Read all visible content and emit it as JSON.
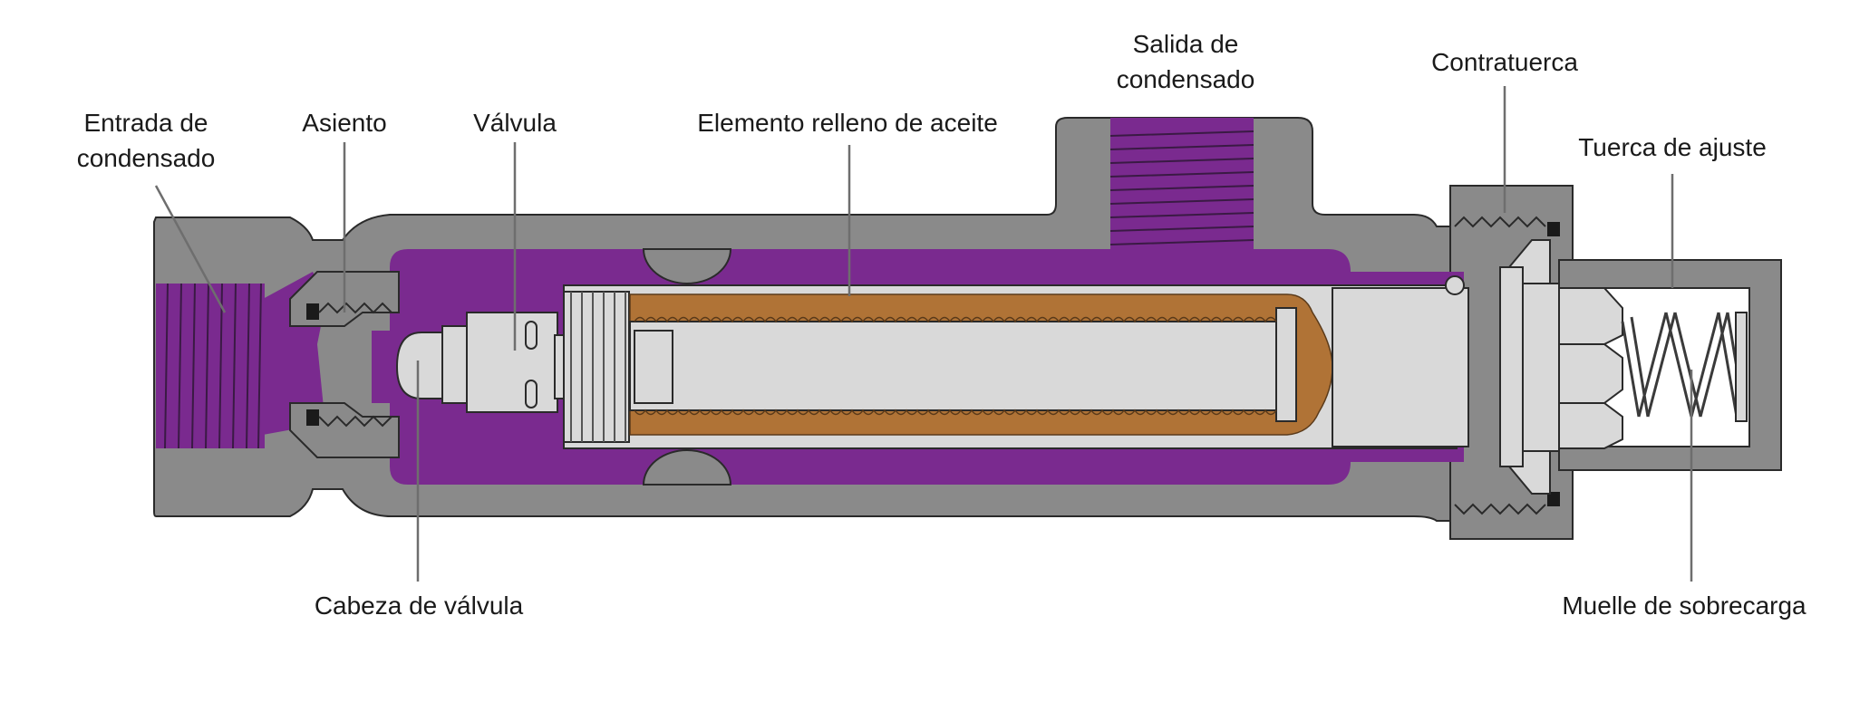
{
  "labels": {
    "entrada": [
      "Entrada de",
      "condensado"
    ],
    "asiento": "Asiento",
    "valvula": "Válvula",
    "elemento": "Elemento relleno de aceite",
    "salida": [
      "Salida de",
      "condensado"
    ],
    "contratuerca": "Contratuerca",
    "tuerca": "Tuerca de ajuste",
    "cabeza": "Cabeza de válvula",
    "muelle": "Muelle de sobrecarga"
  },
  "colors": {
    "body_metal": "#8a8a8a",
    "internal_metal": "#d9d9d9",
    "condensate": "#7a2a8f",
    "oil_element": "#b07336",
    "leader_lines": "#6e6e6e"
  }
}
